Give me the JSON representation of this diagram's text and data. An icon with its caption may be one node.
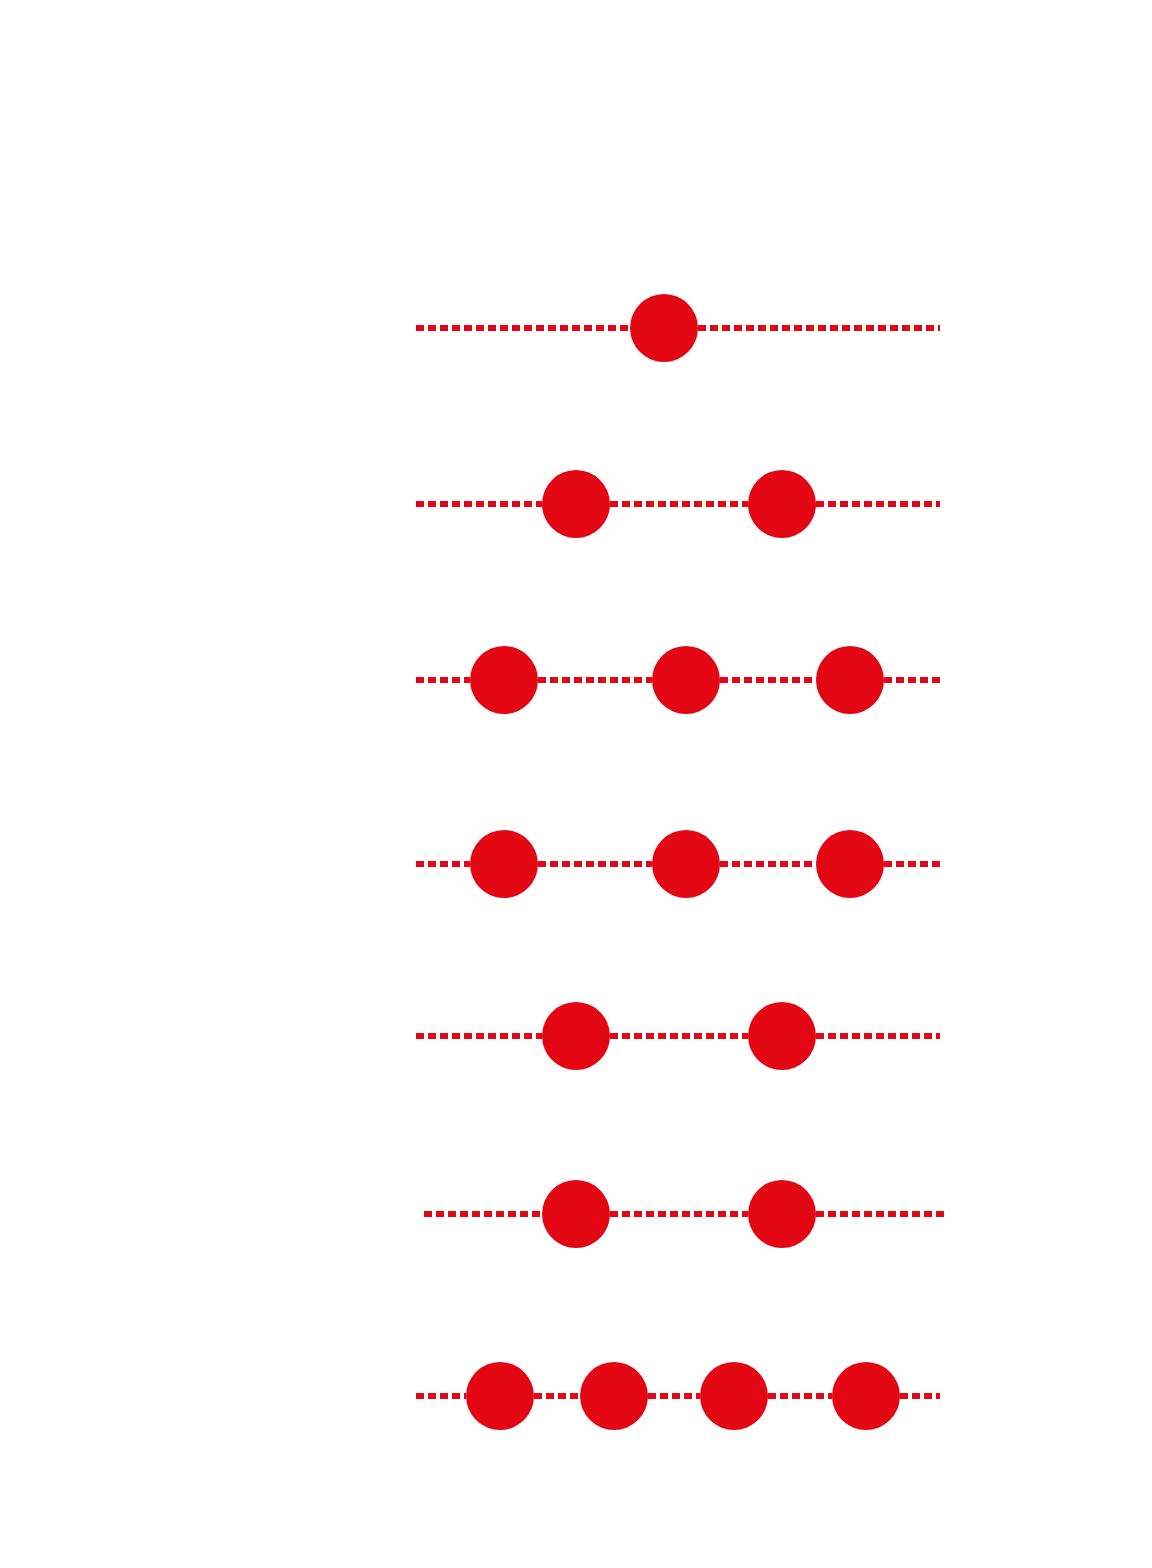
{
  "diagram": {
    "nodes": [
      {
        "text": [],
        "shape": "circle"
      },
      {
        "text": [],
        "shape": "circle"
      },
      {
        "text": [],
        "shape": "circle"
      },
      {
        "text": [],
        "shape": "circle"
      },
      {
        "text": [],
        "shape": "circle"
      },
      {
        "text": [],
        "shape": "circle"
      },
      {
        "text": [],
        "shape": "circle"
      },
      {
        "text": [],
        "shape": "circle"
      },
      {
        "text": [],
        "shape": "circle"
      },
      {
        "text": [],
        "shape": "circle"
      },
      {
        "text": [],
        "shape": "circle"
      },
      {
        "text": [],
        "shape": "circle"
      },
      {
        "text": [],
        "shape": "circle"
      },
      {
        "text": [],
        "shape": "circle"
      },
      {
        "text": [],
        "shape": "circle"
      },
      {
        "text": [],
        "shape": "circle"
      },
      {
        "text": [],
        "shape": "circle"
      }
    ],
    "edges": [
      {
        "from": null,
        "to": 0,
        "arrow": "none",
        "style": "dashed"
      },
      {
        "from": 0,
        "to": null,
        "arrow": "none",
        "style": "dashed"
      },
      {
        "from": null,
        "to": 1,
        "arrow": "none",
        "style": "dashed"
      },
      {
        "from": 1,
        "to": 2,
        "arrow": "none",
        "style": "dashed"
      },
      {
        "from": 2,
        "to": null,
        "arrow": "none",
        "style": "dashed"
      },
      {
        "from": null,
        "to": 3,
        "arrow": "none",
        "style": "dashed"
      },
      {
        "from": 3,
        "to": 4,
        "arrow": "none",
        "style": "dashed"
      },
      {
        "from": 4,
        "to": 5,
        "arrow": "none",
        "style": "dashed"
      },
      {
        "from": 5,
        "to": null,
        "arrow": "none",
        "style": "dashed"
      },
      {
        "from": null,
        "to": 6,
        "arrow": "none",
        "style": "dashed"
      },
      {
        "from": 6,
        "to": 7,
        "arrow": "none",
        "style": "dashed"
      },
      {
        "from": 7,
        "to": 8,
        "arrow": "none",
        "style": "dashed"
      },
      {
        "from": 8,
        "to": null,
        "arrow": "none",
        "style": "dashed"
      },
      {
        "from": null,
        "to": 9,
        "arrow": "none",
        "style": "dashed"
      },
      {
        "from": 9,
        "to": 10,
        "arrow": "none",
        "style": "dashed"
      },
      {
        "from": 10,
        "to": null,
        "arrow": "none",
        "style": "dashed"
      },
      {
        "from": null,
        "to": 11,
        "arrow": "none",
        "style": "dashed"
      },
      {
        "from": 11,
        "to": 12,
        "arrow": "none",
        "style": "dashed"
      },
      {
        "from": 12,
        "to": null,
        "arrow": "none",
        "style": "dashed"
      },
      {
        "from": null,
        "to": 13,
        "arrow": "none",
        "style": "dashed"
      },
      {
        "from": 13,
        "to": 14,
        "arrow": "none",
        "style": "dashed"
      },
      {
        "from": 14,
        "to": 15,
        "arrow": "none",
        "style": "dashed"
      },
      {
        "from": 15,
        "to": 16,
        "arrow": "none",
        "style": "dashed"
      },
      {
        "from": 16,
        "to": null,
        "arrow": "none",
        "style": "dashed"
      }
    ]
  }
}
